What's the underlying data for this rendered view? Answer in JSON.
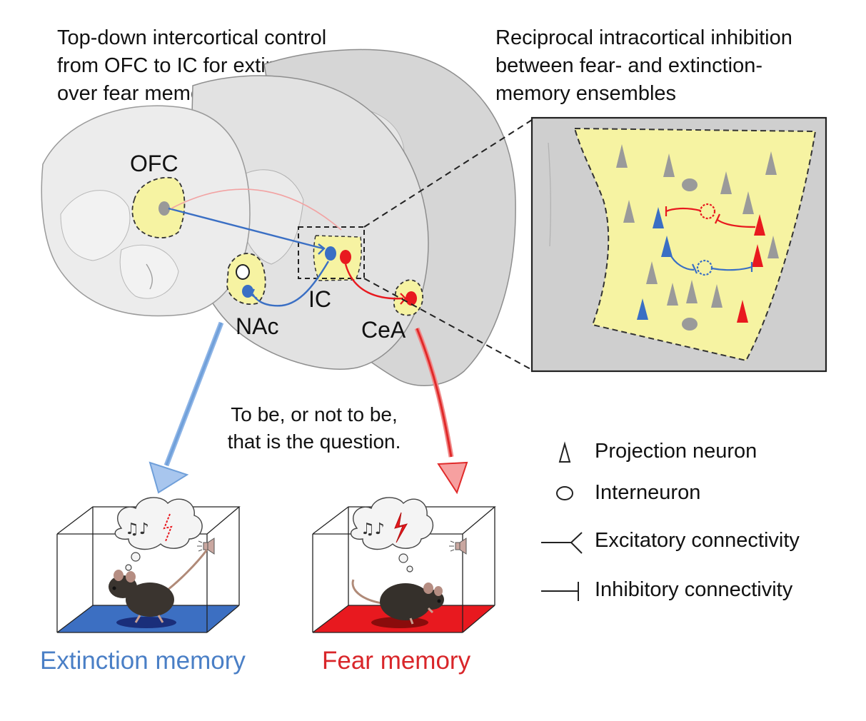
{
  "titles": {
    "left": "Top-down intercortical control\nfrom OFC to IC for extinction\nover fear memories",
    "right": "Reciprocal intracortical inhibition\nbetween fear- and extinction-\nmemory ensembles"
  },
  "regions": {
    "ofc": "OFC",
    "nac": "NAc",
    "ic": "IC",
    "cea": "CeA"
  },
  "question": {
    "line1": "To be, or not to be,",
    "line2": "that is the question."
  },
  "legend": {
    "projection": "Projection neuron",
    "interneuron": "Interneuron",
    "excitatory": "Excitatory connectivity",
    "inhibitory": "Inhibitory connectivity"
  },
  "outcomes": {
    "extinction": "Extinction memory",
    "fear": "Fear memory"
  },
  "colors": {
    "blue": "#3a6fc4",
    "red": "#e8191f",
    "yellow": "#f6f3a2",
    "brain_gray": "#dcdcdc",
    "neuron_gray": "#9a9a9a",
    "extinction_text": "#4a7fc6",
    "fear_text": "#d9262a"
  },
  "icons": [
    "music-note-icon",
    "lightning-icon",
    "speaker-icon",
    "mouse-icon",
    "thought-cloud-icon"
  ]
}
